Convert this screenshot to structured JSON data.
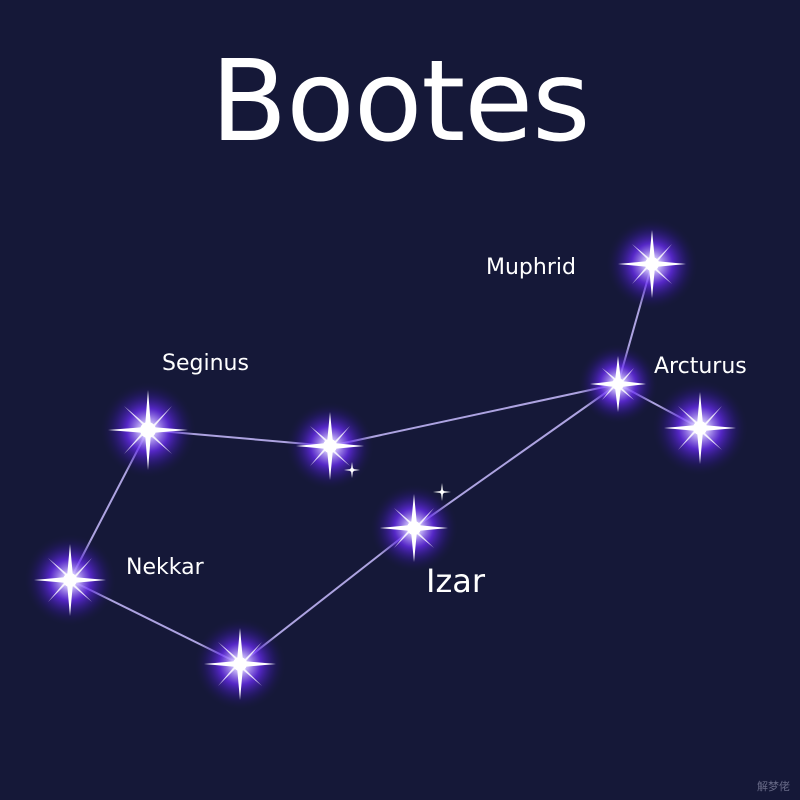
{
  "title": "Bootes",
  "colors": {
    "background": "#151838",
    "star_glow": "#5a1cf0",
    "star_core": "#ffffff",
    "line": "#c8bcff"
  },
  "stars": [
    {
      "id": "muphrid",
      "label": "Muphrid"
    },
    {
      "id": "arcturus-upper",
      "label": ""
    },
    {
      "id": "arcturus",
      "label": "Arcturus"
    },
    {
      "id": "seginus",
      "label": "Seginus"
    },
    {
      "id": "middle",
      "label": ""
    },
    {
      "id": "izar",
      "label": "Izar"
    },
    {
      "id": "nekkar",
      "label": "Nekkar"
    },
    {
      "id": "bottom",
      "label": ""
    }
  ],
  "watermark": "解梦佬"
}
